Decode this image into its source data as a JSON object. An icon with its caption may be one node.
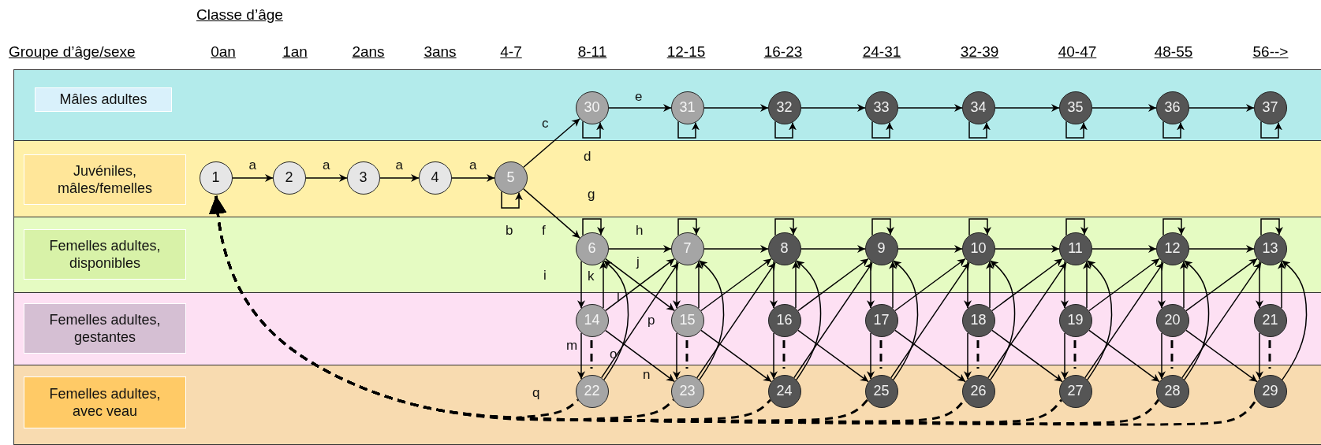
{
  "diagram": {
    "nodes": [
      {
        "text": [],
        "shape": "band"
      },
      {
        "text": [],
        "shape": "band"
      },
      {
        "text": [],
        "shape": "band"
      },
      {
        "text": [],
        "shape": "band"
      },
      {
        "text": [],
        "shape": "band"
      },
      {
        "text": [
          "Mâles adultes"
        ],
        "in": 0
      },
      {
        "text": [
          "Juvéniles, mâles/femelles"
        ],
        "in": 1
      },
      {
        "text": [
          "Femelles adultes, disponibles"
        ],
        "in": 2
      },
      {
        "text": [
          "Femelles adultes, gestantes"
        ],
        "in": 3
      },
      {
        "text": [
          "Femelles adultes, avec veau"
        ],
        "in": 4
      },
      {
        "text": [
          "1"
        ],
        "in": 1
      },
      {
        "text": [
          "2"
        ],
        "in": 1
      },
      {
        "text": [
          "3"
        ],
        "in": 1
      },
      {
        "text": [
          "4"
        ],
        "in": 1
      },
      {
        "text": [
          "5"
        ],
        "in": 1
      },
      {
        "text": [
          "6"
        ],
        "in": 2
      },
      {
        "text": [
          "7"
        ],
        "in": 2
      },
      {
        "text": [
          "8"
        ],
        "in": 2
      },
      {
        "text": [
          "9"
        ],
        "in": 2
      },
      {
        "text": [
          "10"
        ],
        "in": 2
      },
      {
        "text": [
          "11"
        ],
        "in": 2
      },
      {
        "text": [
          "12"
        ],
        "in": 2
      },
      {
        "text": [
          "13"
        ],
        "in": 2
      },
      {
        "text": [
          "14"
        ],
        "in": 3
      },
      {
        "text": [
          "15"
        ],
        "in": 3
      },
      {
        "text": [
          "16"
        ],
        "in": 3
      },
      {
        "text": [
          "17"
        ],
        "in": 3
      },
      {
        "text": [
          "18"
        ],
        "in": 3
      },
      {
        "text": [
          "19"
        ],
        "in": 3
      },
      {
        "text": [
          "20"
        ],
        "in": 3
      },
      {
        "text": [
          "21"
        ],
        "in": 3
      },
      {
        "text": [
          "22"
        ],
        "in": 4
      },
      {
        "text": [
          "23"
        ],
        "in": 4
      },
      {
        "text": [
          "24"
        ],
        "in": 4
      },
      {
        "text": [
          "25"
        ],
        "in": 4
      },
      {
        "text": [
          "26"
        ],
        "in": 4
      },
      {
        "text": [
          "27"
        ],
        "in": 4
      },
      {
        "text": [
          "28"
        ],
        "in": 4
      },
      {
        "text": [
          "29"
        ],
        "in": 4
      },
      {
        "text": [
          "30"
        ],
        "in": 0
      },
      {
        "text": [
          "31"
        ],
        "in": 0
      },
      {
        "text": [
          "32"
        ],
        "in": 0
      },
      {
        "text": [
          "33"
        ],
        "in": 0
      },
      {
        "text": [
          "34"
        ],
        "in": 0
      },
      {
        "text": [
          "35"
        ],
        "in": 0
      },
      {
        "text": [
          "36"
        ],
        "in": 0
      },
      {
        "text": [
          "37"
        ],
        "in": 0
      }
    ],
    "edges": [
      {
        "from": 10,
        "to": 11,
        "arrow": "to",
        "label": "a"
      },
      {
        "from": 11,
        "to": 12,
        "arrow": "to",
        "label": "a"
      },
      {
        "from": 12,
        "to": 13,
        "arrow": "to",
        "label": "a"
      },
      {
        "from": 13,
        "to": 14,
        "arrow": "to",
        "label": "a"
      },
      {
        "from": 14,
        "to": 14,
        "arrow": "to",
        "label": "b"
      },
      {
        "from": 14,
        "to": 39,
        "arrow": "to",
        "label": "c"
      },
      {
        "from": 14,
        "to": 15,
        "arrow": "to",
        "label": "f"
      },
      {
        "from": 39,
        "to": 39,
        "arrow": "to",
        "label": "d"
      },
      {
        "from": 39,
        "to": 40,
        "arrow": "to",
        "label": "e"
      },
      {
        "from": 40,
        "to": 40,
        "arrow": "to"
      },
      {
        "from": 40,
        "to": 41,
        "arrow": "to"
      },
      {
        "from": 41,
        "to": 41,
        "arrow": "to"
      },
      {
        "from": 41,
        "to": 42,
        "arrow": "to"
      },
      {
        "from": 42,
        "to": 42,
        "arrow": "to"
      },
      {
        "from": 42,
        "to": 43,
        "arrow": "to"
      },
      {
        "from": 43,
        "to": 43,
        "arrow": "to"
      },
      {
        "from": 43,
        "to": 44,
        "arrow": "to"
      },
      {
        "from": 44,
        "to": 44,
        "arrow": "to"
      },
      {
        "from": 44,
        "to": 45,
        "arrow": "to"
      },
      {
        "from": 45,
        "to": 45,
        "arrow": "to"
      },
      {
        "from": 45,
        "to": 46,
        "arrow": "to"
      },
      {
        "from": 46,
        "to": 46,
        "arrow": "to"
      },
      {
        "from": 15,
        "to": 15,
        "arrow": "to",
        "label": "g"
      },
      {
        "from": 15,
        "to": 16,
        "arrow": "to",
        "label": "h"
      },
      {
        "from": 15,
        "to": 23,
        "arrow": "to",
        "label": "i"
      },
      {
        "from": 15,
        "to": 24,
        "arrow": "to",
        "label": "j"
      },
      {
        "from": 23,
        "to": 15,
        "arrow": "to",
        "label": "k"
      },
      {
        "from": 23,
        "to": 16,
        "arrow": "to",
        "label": "l"
      },
      {
        "from": 23,
        "to": 31,
        "arrow": "to",
        "label": "m"
      },
      {
        "from": 23,
        "to": 32,
        "arrow": "to",
        "label": "n"
      },
      {
        "from": 23,
        "to": 31,
        "arrow": "none",
        "style": "dashed"
      },
      {
        "from": 31,
        "to": 15,
        "arrow": "to",
        "label": "o"
      },
      {
        "from": 31,
        "to": 16,
        "arrow": "to",
        "label": "p"
      },
      {
        "from": 31,
        "to": 10,
        "arrow": "to",
        "label": "q",
        "style": "dashed"
      },
      {
        "from": 16,
        "to": 16,
        "arrow": "to"
      },
      {
        "from": 16,
        "to": 17,
        "arrow": "to"
      },
      {
        "from": 16,
        "to": 24,
        "arrow": "to"
      },
      {
        "from": 24,
        "to": 16,
        "arrow": "to"
      },
      {
        "from": 24,
        "to": 17,
        "arrow": "to"
      },
      {
        "from": 24,
        "to": 32,
        "arrow": "to"
      },
      {
        "from": 24,
        "to": 33,
        "arrow": "to"
      },
      {
        "from": 24,
        "to": 32,
        "arrow": "none",
        "style": "dashed"
      },
      {
        "from": 32,
        "to": 16,
        "arrow": "to"
      },
      {
        "from": 32,
        "to": 17,
        "arrow": "to"
      },
      {
        "from": 32,
        "to": 10,
        "arrow": "to",
        "style": "dashed"
      },
      {
        "from": 17,
        "to": 17,
        "arrow": "to"
      },
      {
        "from": 17,
        "to": 18,
        "arrow": "to"
      },
      {
        "from": 17,
        "to": 25,
        "arrow": "to"
      },
      {
        "from": 25,
        "to": 17,
        "arrow": "to"
      },
      {
        "from": 25,
        "to": 18,
        "arrow": "to"
      },
      {
        "from": 25,
        "to": 33,
        "arrow": "to"
      },
      {
        "from": 25,
        "to": 34,
        "arrow": "to"
      },
      {
        "from": 25,
        "to": 33,
        "arrow": "none",
        "style": "dashed"
      },
      {
        "from": 33,
        "to": 17,
        "arrow": "to"
      },
      {
        "from": 33,
        "to": 18,
        "arrow": "to"
      },
      {
        "from": 33,
        "to": 10,
        "arrow": "to",
        "style": "dashed"
      },
      {
        "from": 18,
        "to": 18,
        "arrow": "to"
      },
      {
        "from": 18,
        "to": 19,
        "arrow": "to"
      },
      {
        "from": 18,
        "to": 26,
        "arrow": "to"
      },
      {
        "from": 26,
        "to": 18,
        "arrow": "to"
      },
      {
        "from": 26,
        "to": 19,
        "arrow": "to"
      },
      {
        "from": 26,
        "to": 34,
        "arrow": "to"
      },
      {
        "from": 26,
        "to": 35,
        "arrow": "to"
      },
      {
        "from": 26,
        "to": 34,
        "arrow": "none",
        "style": "dashed"
      },
      {
        "from": 34,
        "to": 18,
        "arrow": "to"
      },
      {
        "from": 34,
        "to": 19,
        "arrow": "to"
      },
      {
        "from": 34,
        "to": 10,
        "arrow": "to",
        "style": "dashed"
      },
      {
        "from": 19,
        "to": 19,
        "arrow": "to"
      },
      {
        "from": 19,
        "to": 20,
        "arrow": "to"
      },
      {
        "from": 19,
        "to": 27,
        "arrow": "to"
      },
      {
        "from": 27,
        "to": 19,
        "arrow": "to"
      },
      {
        "from": 27,
        "to": 20,
        "arrow": "to"
      },
      {
        "from": 27,
        "to": 35,
        "arrow": "to"
      },
      {
        "from": 27,
        "to": 36,
        "arrow": "to"
      },
      {
        "from": 27,
        "to": 35,
        "arrow": "none",
        "style": "dashed"
      },
      {
        "from": 35,
        "to": 19,
        "arrow": "to"
      },
      {
        "from": 35,
        "to": 20,
        "arrow": "to"
      },
      {
        "from": 35,
        "to": 10,
        "arrow": "to",
        "style": "dashed"
      },
      {
        "from": 20,
        "to": 20,
        "arrow": "to"
      },
      {
        "from": 20,
        "to": 21,
        "arrow": "to"
      },
      {
        "from": 20,
        "to": 28,
        "arrow": "to"
      },
      {
        "from": 28,
        "to": 20,
        "arrow": "to"
      },
      {
        "from": 28,
        "to": 21,
        "arrow": "to"
      },
      {
        "from": 28,
        "to": 36,
        "arrow": "to"
      },
      {
        "from": 28,
        "to": 37,
        "arrow": "to"
      },
      {
        "from": 28,
        "to": 36,
        "arrow": "none",
        "style": "dashed"
      },
      {
        "from": 36,
        "to": 20,
        "arrow": "to"
      },
      {
        "from": 36,
        "to": 21,
        "arrow": "to"
      },
      {
        "from": 36,
        "to": 10,
        "arrow": "to",
        "style": "dashed"
      },
      {
        "from": 21,
        "to": 21,
        "arrow": "to"
      },
      {
        "from": 21,
        "to": 22,
        "arrow": "to"
      },
      {
        "from": 21,
        "to": 29,
        "arrow": "to"
      },
      {
        "from": 29,
        "to": 21,
        "arrow": "to"
      },
      {
        "from": 29,
        "to": 22,
        "arrow": "to"
      },
      {
        "from": 29,
        "to": 37,
        "arrow": "to"
      },
      {
        "from": 29,
        "to": 38,
        "arrow": "to"
      },
      {
        "from": 29,
        "to": 37,
        "arrow": "none",
        "style": "dashed"
      },
      {
        "from": 37,
        "to": 21,
        "arrow": "to"
      },
      {
        "from": 37,
        "to": 22,
        "arrow": "to"
      },
      {
        "from": 37,
        "to": 10,
        "arrow": "to",
        "style": "dashed"
      },
      {
        "from": 22,
        "to": 22,
        "arrow": "to"
      },
      {
        "from": 22,
        "to": 30,
        "arrow": "to"
      },
      {
        "from": 30,
        "to": 22,
        "arrow": "to"
      },
      {
        "from": 30,
        "to": 38,
        "arrow": "to"
      },
      {
        "from": 30,
        "to": 38,
        "arrow": "none",
        "style": "dashed"
      },
      {
        "from": 38,
        "to": 22,
        "arrow": "to"
      },
      {
        "from": 38,
        "to": 10,
        "arrow": "to",
        "style": "dashed"
      }
    ],
    "labels": [
      "Classe d’âge",
      "Groupe d’âge/sexe",
      "0an",
      "1an",
      "2ans",
      "3ans",
      "4-7",
      "8-11",
      "12-15",
      "16-23",
      "24-31",
      "32-39",
      "40-47",
      "48-55",
      "56-->"
    ]
  }
}
